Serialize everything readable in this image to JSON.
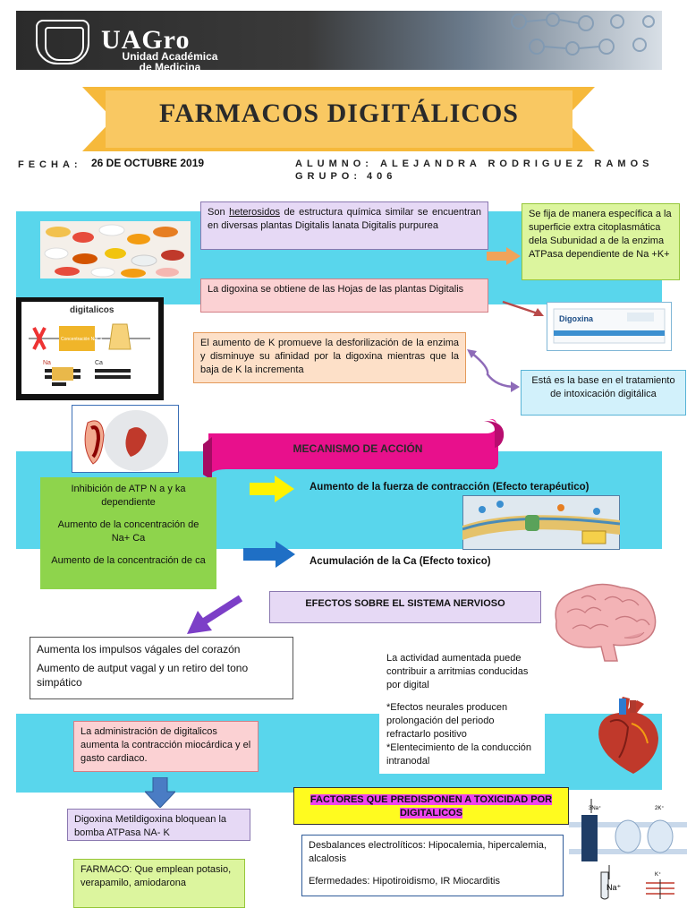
{
  "header": {
    "brand": "UAGro",
    "brand_line1": "Unidad Académica",
    "brand_line2": "de Medicina"
  },
  "title": "FARMACOS DIGITÁLICOS",
  "info": {
    "fecha_label": "FECHA:",
    "fecha_value": "26 DE OCTUBRE 2019",
    "alumno_label": "ALUMNO:",
    "alumno_value": "ALEJANDRA RODRIGUEZ RAMOS",
    "grupo_label": "GRUPO:",
    "grupo_value": "406"
  },
  "boxes": {
    "heterosidos_pre": "Son ",
    "heterosidos_word": "heterosidos",
    "heterosidos_post": " de estructura química similar se encuentran en diversas plantas Digitalis lanata Digitalis purpurea",
    "fija": "Se fija de manera específica a la superficie extra citoplasmática dela Subunidad a de la enzima ATPasa dependiente de Na +K+",
    "digoxina_origen": "La digoxina se obtiene de las Hojas de las plantas Digitalis",
    "aumento_k": "El aumento de K promueve la desforilización de la enzima y disminuye su afinidad por la digoxina mientras que la baja de K la incrementa",
    "base_tratamiento": "Está es la base en el tratamiento de intoxicación digitálica"
  },
  "slide": {
    "title": "digitalicos",
    "label_concentracion": "Concentración NaCa",
    "label_na": "Na",
    "label_ca": "Ca"
  },
  "product_label": "Digoxina",
  "mechanism": {
    "title": "MECANISMO DE ACCIÓN",
    "left_1": "Inhibición de ATP  N a y ka dependiente",
    "left_2": "Aumento de la concentración de  Na+ Ca",
    "left_3": "Aumento de la concentración de ca",
    "effect_1": "Aumento de la fuerza de contracción  (Efecto terapéutico)",
    "effect_2": "Acumulación de la  Ca  (Efecto  toxico)"
  },
  "nervous": {
    "title": "EFECTOS SOBRE EL SISTEMA NERVIOSO",
    "left_1": "Aumenta los impulsos vágales del corazón",
    "left_2": "Aumento de autput vagal y un retiro del tono simpático",
    "right_1": "La actividad  aumentada puede contribuir a arritmias conducidas por digital",
    "right_2": "*Efectos neurales producen prolongación del periodo refractarlo positivo",
    "right_3": "*Elentecimiento de  la conducción intranodal"
  },
  "bottom": {
    "administracion": "La administración de digitalicos aumenta la contracción miocárdica y el gasto cardiaco.",
    "digoxina_bomba": "Digoxina Metildigoxina bloquean la bomba ATPasa NA- K",
    "farmaco": "FARMACO: Que emplean potasio, verapamilo, amiodarona",
    "factores_title": "FACTORES QUE PREDISPONEN A TOXICIDAD POR DIGITALICOS",
    "desbalances": "Desbalances electrolíticos: Hipocalemia, hipercalemia, alcalosis",
    "enfermedades": "Efermedades: Hipotiroidismo, IR Miocarditis"
  },
  "pump_diagram": {
    "label_na": "Na⁺",
    "label_k": "K⁺",
    "label_3na": "3Na⁺",
    "label_2k": "2K⁺"
  },
  "colors": {
    "cyan_band": "#59d6ec",
    "ribbon": "#f6b93b",
    "magenta": "#e8108c"
  }
}
